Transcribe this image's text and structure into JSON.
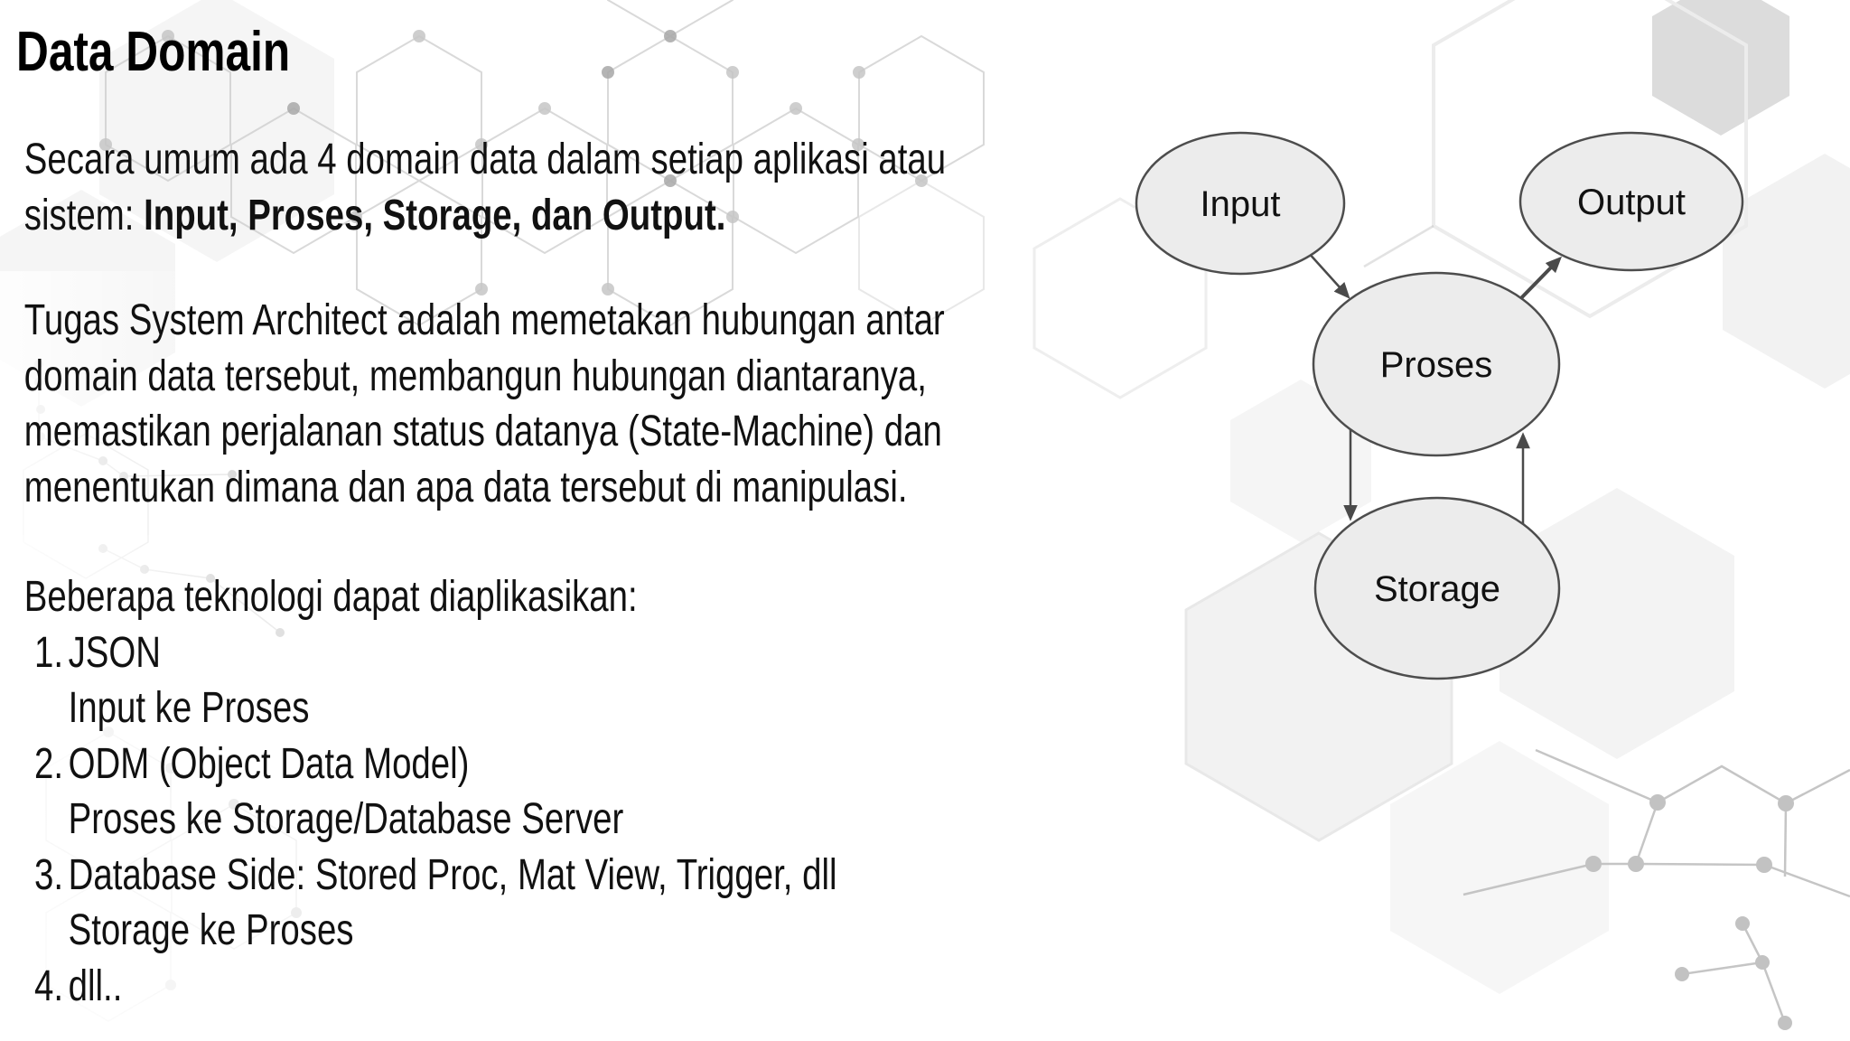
{
  "slide": {
    "title": "Data Domain",
    "intro": {
      "line1": "Secara umum ada 4 domain data dalam setiap aplikasi atau",
      "line2_normal": "sistem: ",
      "line2_bold": "Input, Proses, Storage, dan Output."
    },
    "architect_paragraph": {
      "line1": "Tugas System Architect adalah memetakan hubungan antar",
      "line2": "domain data tersebut, membangun hubungan diantaranya,",
      "line3": "memastikan perjalanan status datanya (State-Machine) dan",
      "line4": "menentukan dimana dan apa data tersebut di manipulasi."
    },
    "technologies": {
      "header": "Beberapa teknologi dapat diaplikasikan:",
      "items": [
        {
          "number": "1.",
          "name": "JSON",
          "flow": "Input ke Proses"
        },
        {
          "number": "2.",
          "name": "ODM (Object Data Model)",
          "flow": "Proses ke Storage/Database Server"
        },
        {
          "number": "3.",
          "name": "Database Side: Stored Proc, Mat View, Trigger, dll",
          "flow": "Storage ke Proses"
        },
        {
          "number": "4.",
          "name": "dll.."
        }
      ]
    }
  },
  "diagram": {
    "nodes": {
      "input": {
        "label": "Input"
      },
      "proses": {
        "label": "Proses"
      },
      "storage": {
        "label": "Storage"
      },
      "output": {
        "label": "Output"
      }
    },
    "edges": [
      {
        "from": "Input",
        "to": "Proses"
      },
      {
        "from": "Proses",
        "to": "Output"
      },
      {
        "from": "Proses",
        "to": "Storage"
      },
      {
        "from": "Storage",
        "to": "Proses"
      }
    ],
    "colors": {
      "node_fill": "#ececec",
      "node_stroke": "#4d4d4d",
      "arrow": "#4a4a4a",
      "label": "#111111"
    }
  }
}
